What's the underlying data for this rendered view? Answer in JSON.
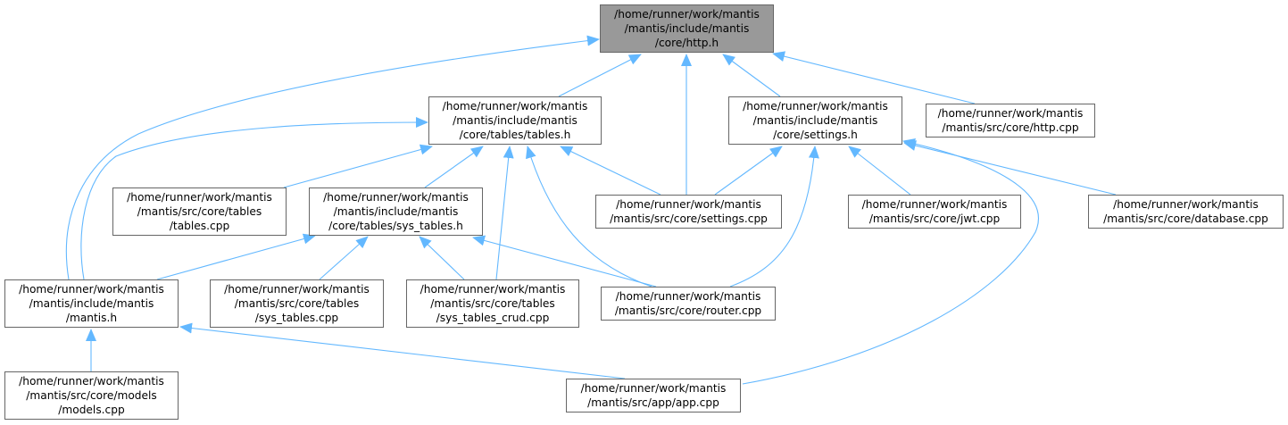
{
  "colors": {
    "edge": "#63b8ff",
    "node_border": "#666666",
    "root_fill": "#999999"
  },
  "nodes": {
    "http_h": "/home/runner/work/mantis\n/mantis/include/mantis\n/core/http.h",
    "tables_h": "/home/runner/work/mantis\n/mantis/include/mantis\n/core/tables/tables.h",
    "settings_h": "/home/runner/work/mantis\n/mantis/include/mantis\n/core/settings.h",
    "http_cpp": "/home/runner/work/mantis\n/mantis/src/core/http.cpp",
    "tables_cpp": "/home/runner/work/mantis\n/mantis/src/core/tables\n/tables.cpp",
    "sys_tables_h": "/home/runner/work/mantis\n/mantis/include/mantis\n/core/tables/sys_tables.h",
    "settings_cpp": "/home/runner/work/mantis\n/mantis/src/core/settings.cpp",
    "jwt_cpp": "/home/runner/work/mantis\n/mantis/src/core/jwt.cpp",
    "database_cpp": "/home/runner/work/mantis\n/mantis/src/core/database.cpp",
    "mantis_h": "/home/runner/work/mantis\n/mantis/include/mantis\n/mantis.h",
    "sys_tables_cpp": "/home/runner/work/mantis\n/mantis/src/core/tables\n/sys_tables.cpp",
    "sys_tables_crud_cpp": "/home/runner/work/mantis\n/mantis/src/core/tables\n/sys_tables_crud.cpp",
    "router_cpp": "/home/runner/work/mantis\n/mantis/src/core/router.cpp",
    "models_cpp": "/home/runner/work/mantis\n/mantis/src/core/models\n/models.cpp",
    "app_cpp": "/home/runner/work/mantis\n/mantis/src/app/app.cpp"
  },
  "edges": [
    [
      "tables_h",
      "http_h"
    ],
    [
      "settings_h",
      "http_h"
    ],
    [
      "http_cpp",
      "http_h"
    ],
    [
      "mantis_h",
      "http_h"
    ],
    [
      "settings_cpp",
      "http_h"
    ],
    [
      "tables_cpp",
      "tables_h"
    ],
    [
      "sys_tables_h",
      "tables_h"
    ],
    [
      "settings_cpp",
      "tables_h"
    ],
    [
      "sys_tables_crud_cpp",
      "tables_h"
    ],
    [
      "router_cpp",
      "tables_h"
    ],
    [
      "mantis_h",
      "tables_h"
    ],
    [
      "settings_cpp",
      "settings_h"
    ],
    [
      "jwt_cpp",
      "settings_h"
    ],
    [
      "database_cpp",
      "settings_h"
    ],
    [
      "router_cpp",
      "settings_h"
    ],
    [
      "app_cpp",
      "settings_h"
    ],
    [
      "mantis_h",
      "sys_tables_h"
    ],
    [
      "sys_tables_cpp",
      "sys_tables_h"
    ],
    [
      "sys_tables_crud_cpp",
      "sys_tables_h"
    ],
    [
      "router_cpp",
      "sys_tables_h"
    ],
    [
      "models_cpp",
      "mantis_h"
    ],
    [
      "app_cpp",
      "mantis_h"
    ]
  ]
}
